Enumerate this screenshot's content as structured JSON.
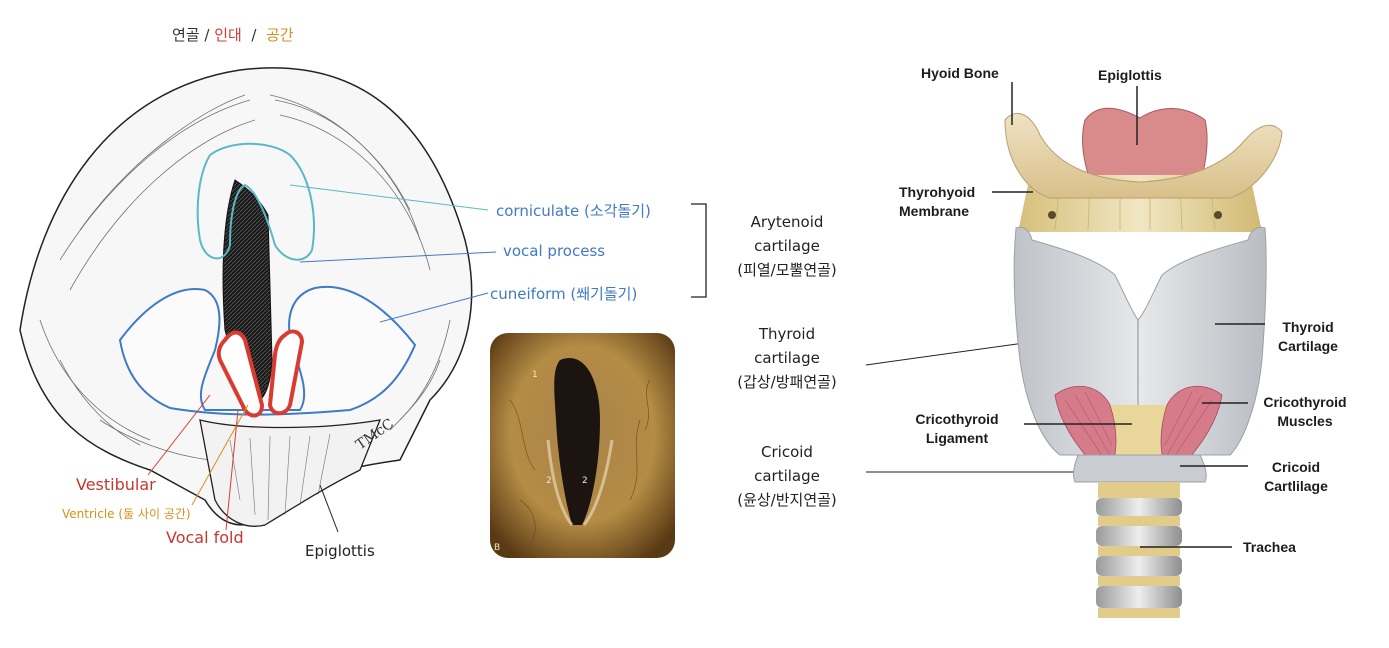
{
  "legend": {
    "cartilage": "연골",
    "sep1": " / ",
    "ligament": "인대",
    "sep2": "  /  ",
    "space": "공간"
  },
  "left_labels": {
    "corniculate": "corniculate (소각돌기)",
    "vocal_process": "vocal process",
    "cuneiform": "cuneiform (쐐기돌기)",
    "vestibular": "Vestibular",
    "ventricle": "Ventricle (둘 사이 공간)",
    "vocal_fold": "Vocal fold",
    "epiglottis": "Epiglottis"
  },
  "middle_labels": {
    "arytenoid": [
      "Arytenoid",
      "cartilage",
      "(피열/모뿔연골)"
    ],
    "thyroid": [
      "Thyroid",
      "cartilage",
      "(갑상/방패연골)"
    ],
    "cricoid": [
      "Cricoid",
      "cartilage",
      "(윤상/반지연골)"
    ]
  },
  "photo": {
    "marker_1": "1",
    "marker_2a": "2",
    "marker_2b": "2",
    "panel_letter": "B"
  },
  "right_labels": {
    "hyoid_bone": "Hyoid Bone",
    "epiglottis": "Epiglottis",
    "thyrohyoid_1": "Thyrohyoid",
    "thyrohyoid_2": "Membrane",
    "thyroid_cart_1": "Thyroid",
    "thyroid_cart_2": "Cartilage",
    "cricothyroid_lig_1": "Cricothyroid",
    "cricothyroid_lig_2": "Ligament",
    "cricothyroid_mus_1": "Cricothyroid",
    "cricothyroid_mus_2": "Muscles",
    "cricoid_cart_1": "Cricoid",
    "cricoid_cart_2": "Cartlilage",
    "trachea": "Trachea"
  },
  "colors": {
    "blue": "#3f7ac9",
    "red": "#d93b30",
    "orange": "#d6901c"
  }
}
